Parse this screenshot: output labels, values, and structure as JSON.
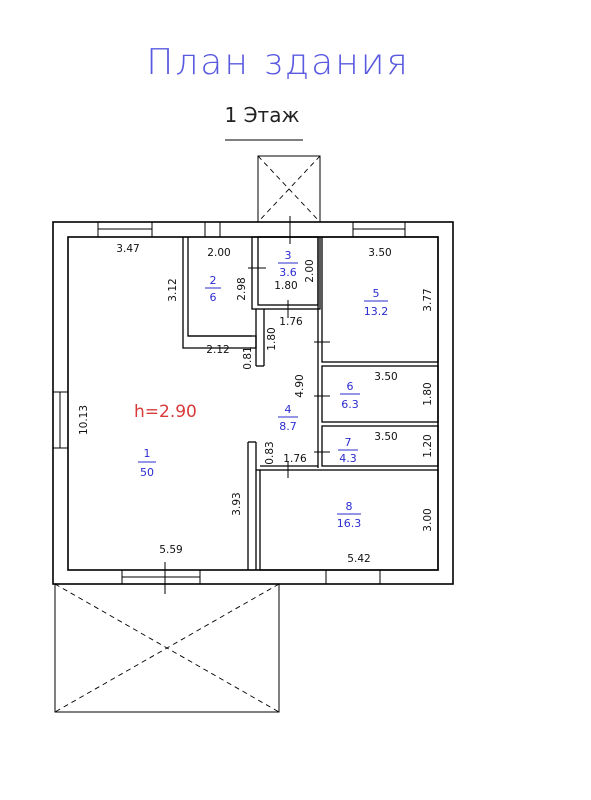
{
  "title": "План здания",
  "subtitle": "1 Этаж",
  "height_note": "h=2.90",
  "rooms": [
    {
      "number": "1",
      "area": "50"
    },
    {
      "number": "2",
      "area": "6"
    },
    {
      "number": "3",
      "area": "3.6"
    },
    {
      "number": "4",
      "area": "8.7"
    },
    {
      "number": "5",
      "area": "13.2"
    },
    {
      "number": "6",
      "area": "6.3"
    },
    {
      "number": "7",
      "area": "4.3"
    },
    {
      "number": "8",
      "area": "16.3"
    }
  ],
  "dimensions": {
    "r1_top": "3.47",
    "r1_left": "10.13",
    "r1_bottom": "5.59",
    "r1_right_lower": "3.93",
    "r1_upper_right": "3.12",
    "r1_notch": "2.12",
    "r1_notch_h": "0.81",
    "r2_top": "2.00",
    "r2_right": "2.98",
    "r3_bottom": "1.80",
    "r3_right": "2.00",
    "r4_top": "1.76",
    "r4_left_top": "1.80",
    "r4_left": "4.90",
    "r4_bottom": "1.76",
    "r4_bottom_h": "0.83",
    "r5_top": "3.50",
    "r5_right": "3.77",
    "r6_top": "3.50",
    "r6_right": "1.80",
    "r7_top": "3.50",
    "r7_right": "1.20",
    "r8_bottom": "5.42",
    "r8_right": "3.00"
  }
}
